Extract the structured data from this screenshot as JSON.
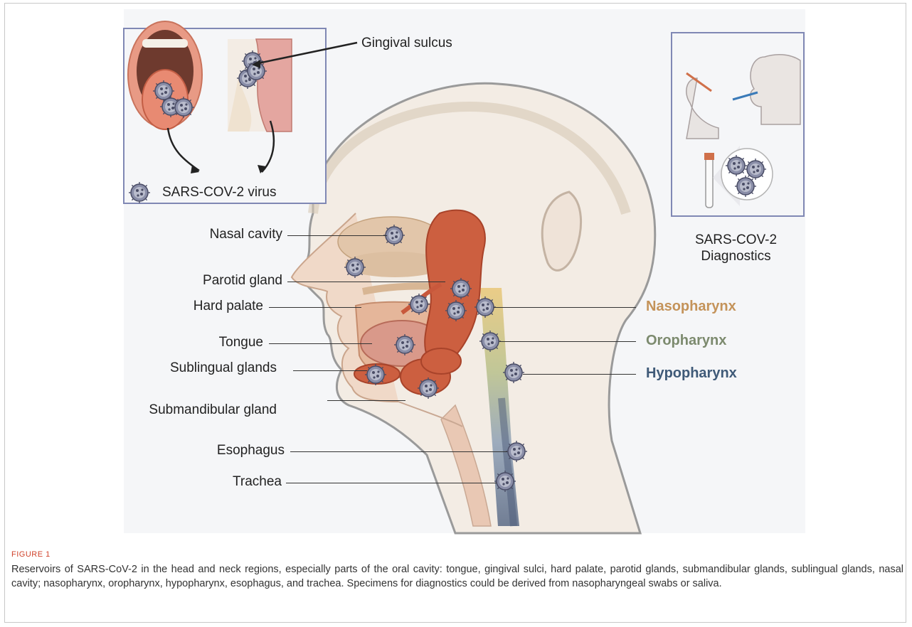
{
  "figure": {
    "inset_labels": {
      "gingival_sulcus": "Gingival sulcus",
      "virus_legend": "SARS-COV-2 virus"
    },
    "diagnostics": {
      "line1": "SARS-COV-2",
      "line2": "Diagnostics"
    },
    "anatomy_labels": {
      "nasal_cavity": "Nasal cavity",
      "parotid_gland": "Parotid gland",
      "hard_palate": "Hard palate",
      "tongue": "Tongue",
      "sublingual_glands": "Sublingual glands",
      "submandibular_gland": "Submandibular gland",
      "esophagus": "Esophagus",
      "trachea": "Trachea"
    },
    "pharynx_zones": {
      "nasopharynx": "Nasopharynx",
      "oropharynx": "Oropharynx",
      "hypopharynx": "Hypopharynx"
    },
    "colors": {
      "nasopharynx": "#c4935a",
      "oropharynx": "#7c8a6e",
      "hypopharynx": "#3f5a78",
      "inset_border": "#8088b4",
      "gland": "#c8583c",
      "virus": "#6c6f8c"
    }
  },
  "caption": {
    "label": "FIGURE 1",
    "text": "Reservoirs of SARS-CoV-2 in the head and neck regions, especially parts of the oral cavity: tongue, gingival sulci, hard palate, parotid glands, submandibular glands, sublingual glands, nasal cavity; nasopharynx, oropharynx, hypopharynx, esophagus, and trachea. Specimens for diagnostics could be derived from nasopharyngeal swabs or saliva."
  }
}
